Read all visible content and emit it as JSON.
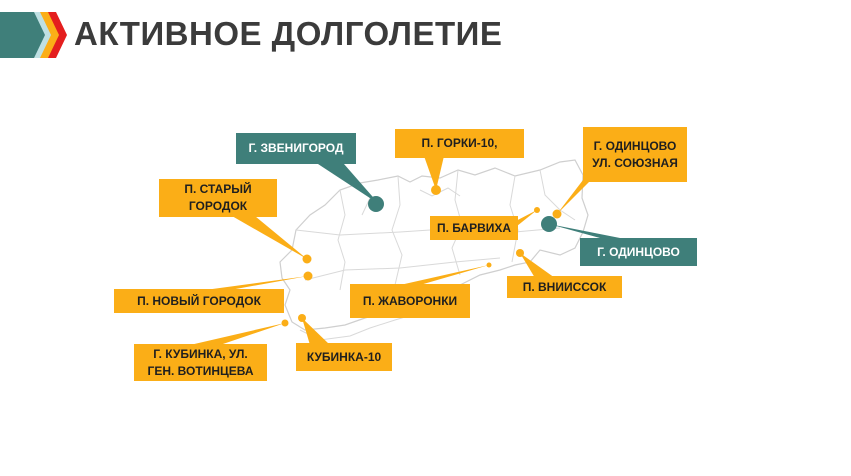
{
  "header": {
    "title": "АКТИВНОЕ ДОЛГОЛЕТИЕ",
    "chevron_colors": [
      "#3f7f7a",
      "#bfe0e3",
      "#fbae17",
      "#e41e1e"
    ]
  },
  "colors": {
    "orange": "#fbae17",
    "teal": "#3f7f7a",
    "map_outline": "#cfcfcf"
  },
  "locations": [
    {
      "id": "zvenigorod",
      "label": "Г. ЗВЕНИГОРОД",
      "style": "teal",
      "marker": [
        376,
        204
      ]
    },
    {
      "id": "gorki10",
      "label": "П. ГОРКИ-10,",
      "style": "orange",
      "marker": [
        436,
        190
      ]
    },
    {
      "id": "odintsovo-soyuznaya",
      "label": "Г. ОДИНЦОВО\nУЛ. СОЮЗНАЯ",
      "style": "orange",
      "marker": [
        557,
        214
      ]
    },
    {
      "id": "stary-gorodok",
      "label": "П. СТАРЫЙ\nГОРОДОК",
      "style": "orange",
      "marker": [
        307,
        259
      ]
    },
    {
      "id": "barvikha",
      "label": "П. БАРВИХА",
      "style": "orange",
      "marker": [
        537,
        210
      ]
    },
    {
      "id": "odintsovo",
      "label": "Г. ОДИНЦОВО",
      "style": "teal",
      "marker": [
        549,
        224
      ]
    },
    {
      "id": "novy-gorodok",
      "label": "П. НОВЫЙ ГОРОДОК",
      "style": "orange",
      "marker": [
        308,
        276
      ]
    },
    {
      "id": "zhavoronki",
      "label": "П. ЖАВОРОНКИ",
      "style": "orange",
      "marker": [
        489,
        265
      ]
    },
    {
      "id": "vniissok",
      "label": "П. ВНИИССОК",
      "style": "orange",
      "marker": [
        520,
        253
      ]
    },
    {
      "id": "kubinka-votintseva",
      "label": "Г. КУБИНКА, УЛ.\nГЕН. ВОТИНЦЕВА",
      "style": "orange",
      "marker": [
        285,
        323
      ]
    },
    {
      "id": "kubinka10",
      "label": "КУБИНКА-10",
      "style": "orange",
      "marker": [
        302,
        318
      ]
    }
  ]
}
